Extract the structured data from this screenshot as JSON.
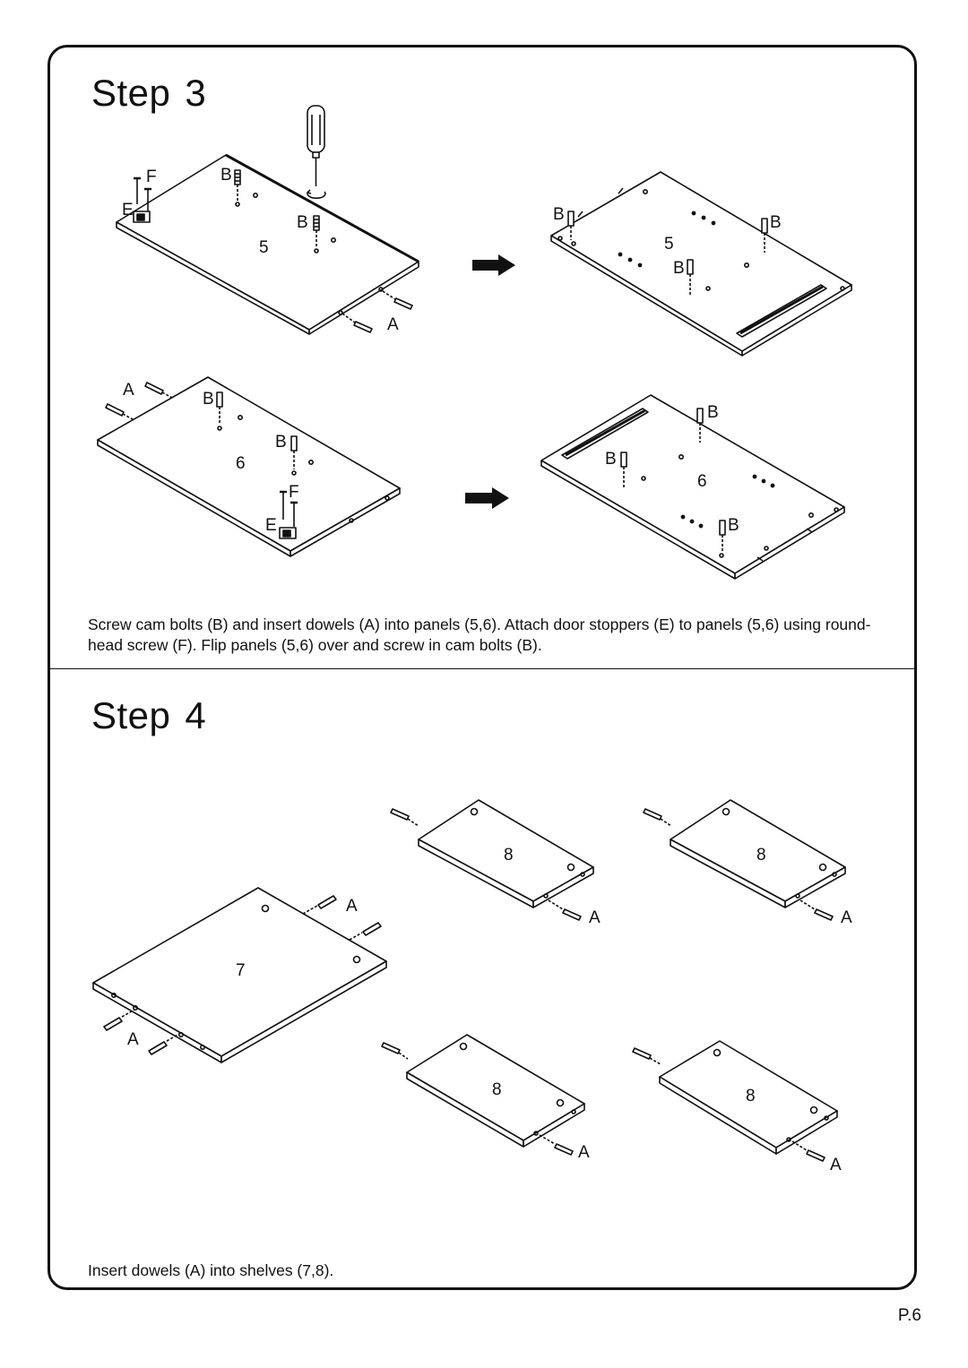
{
  "step3": {
    "label": "Step",
    "number": "3",
    "caption": "Screw cam bolts (B) and insert dowels (A) into panels (5,6). Attach door stoppers (E) to panels (5,6) using round-head screw (F). Flip panels (5,6) over and screw in cam bolts (B).",
    "labels": {
      "a": "A",
      "b": "B",
      "e": "E",
      "f": "F",
      "panel5": "5",
      "panel6": "6"
    }
  },
  "step4": {
    "label": "Step",
    "number": "4",
    "caption": "Insert dowels (A) into shelves (7,8).",
    "labels": {
      "a": "A",
      "shelf7": "7",
      "shelf8": "8"
    }
  },
  "page_number": "P.6",
  "icons": [
    "screwdriver-icon",
    "right-arrow-icon",
    "dowel-icon",
    "cam-bolt-icon",
    "door-stopper-icon"
  ]
}
